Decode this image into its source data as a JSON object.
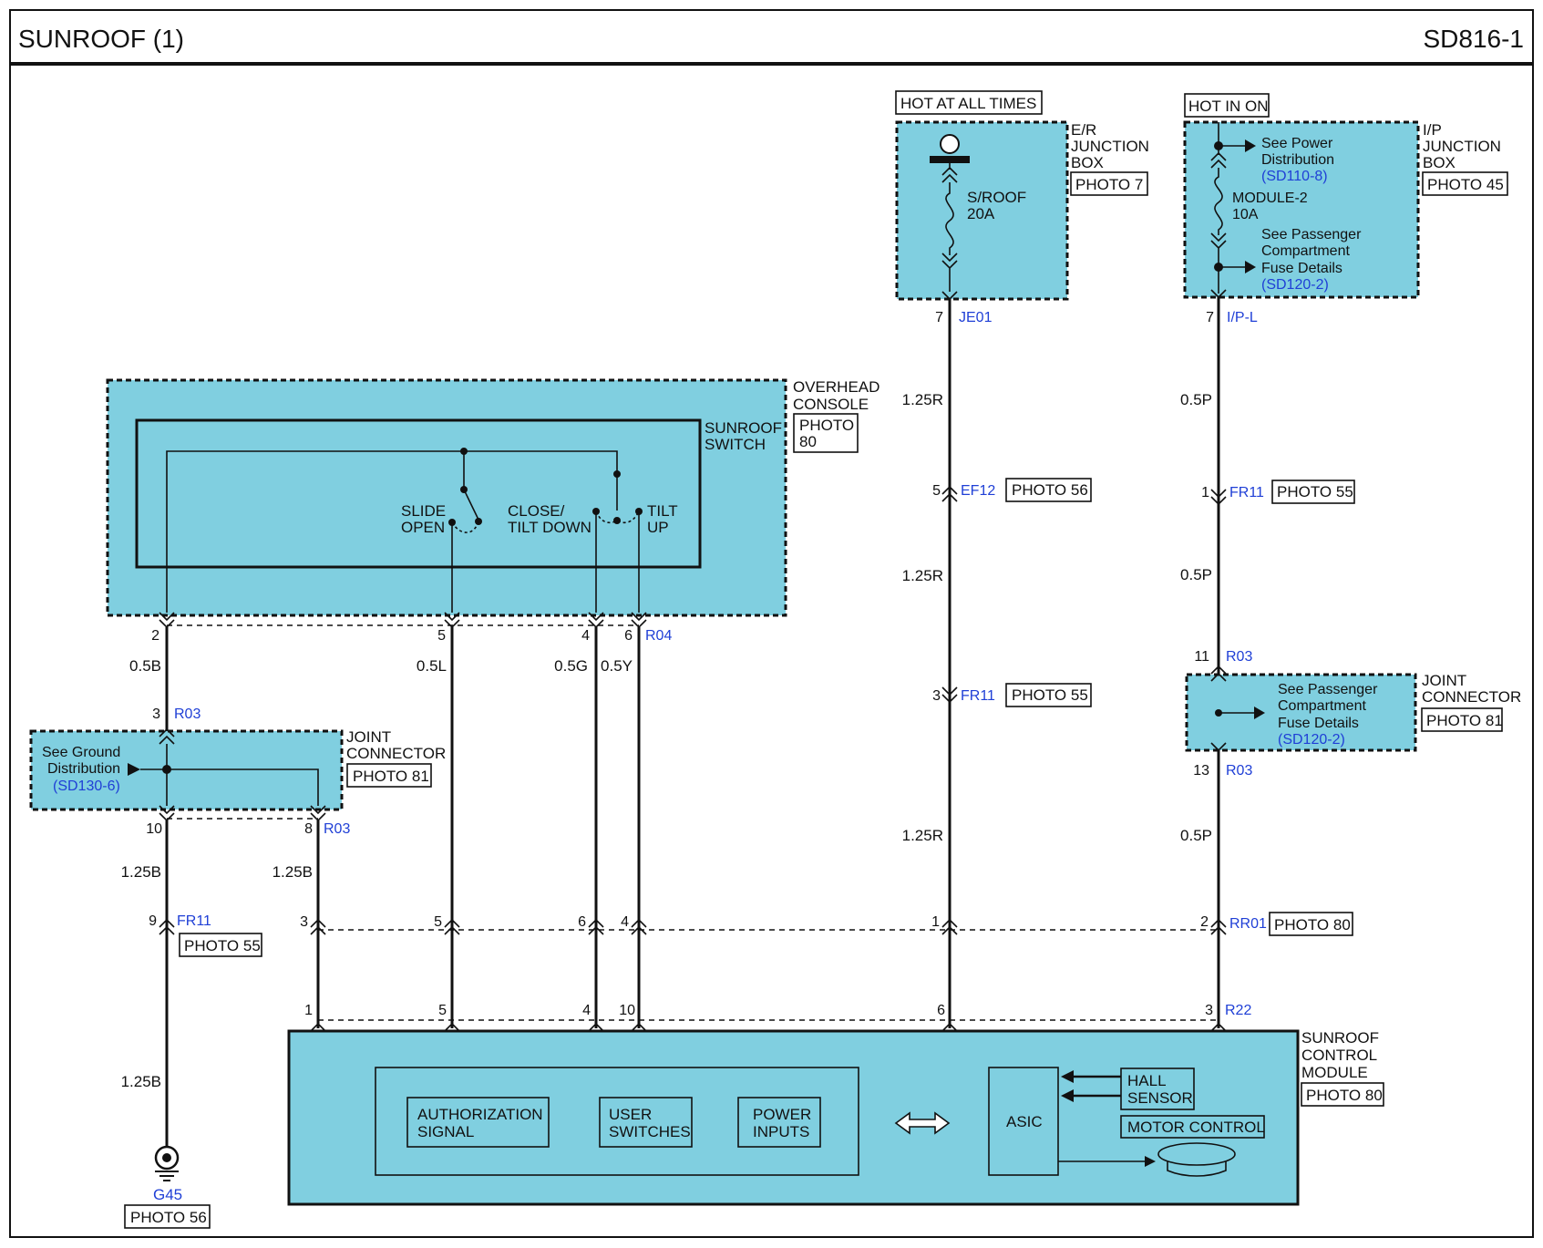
{
  "header": {
    "title": "SUNROOF (1)",
    "code": "SD816-1"
  },
  "power": {
    "hot_at_all_times": "HOT AT ALL TIMES",
    "hot_in_on": "HOT IN ON",
    "er_junction_box": [
      "E/R",
      "JUNCTION",
      "BOX"
    ],
    "er_photo": "PHOTO 7",
    "sroof_fuse": [
      "S/ROOF",
      "20A"
    ],
    "ip_junction_box": [
      "I/P",
      "JUNCTION",
      "BOX"
    ],
    "ip_photo": "PHOTO 45",
    "see_power_distribution": [
      "See Power",
      "Distribution"
    ],
    "power_ref": "(SD110-8)",
    "module2_fuse": [
      "MODULE-2",
      "10A"
    ],
    "see_passenger_fuse": [
      "See Passenger",
      "Compartment",
      "Fuse Details"
    ],
    "passenger_ref": "(SD120-2)"
  },
  "connectors": {
    "je01": "JE01",
    "je01_pin": "7",
    "ipl": "I/P-L",
    "ipl_pin": "7",
    "ef12": "EF12",
    "ef12_pin": "5",
    "ef12_photo": "PHOTO 56",
    "fr11_right": "FR11",
    "fr11_right_pin": "1",
    "fr11_right_photo": "PHOTO 55",
    "fr11_mid": "FR11",
    "fr11_mid_pin": "3",
    "fr11_mid_photo": "PHOTO 55",
    "r03_top": "R03",
    "r03_top_pin": "11",
    "r03_bot": "R03",
    "r03_bot_pin": "13",
    "r04": "R04",
    "r03_left": "R03",
    "r03_left_pin": "3",
    "r03_left_bot": "R03",
    "pin10": "10",
    "pin8": "8",
    "fr11_left": "FR11",
    "fr11_left_pin": "9",
    "fr11_left_photo": "PHOTO 55",
    "rr01": "RR01",
    "rr01_photo": "PHOTO 80",
    "rr01_pins": [
      "3",
      "5",
      "6",
      "4",
      "1",
      "2"
    ],
    "r22": "R22",
    "module_pins": [
      "1",
      "5",
      "4",
      "10",
      "6",
      "3"
    ],
    "switch_pins": [
      "2",
      "5",
      "4",
      "6"
    ]
  },
  "wires": {
    "w_125r_1": "1.25R",
    "w_125r_2": "1.25R",
    "w_125r_3": "1.25R",
    "w_05p_1": "0.5P",
    "w_05p_2": "0.5P",
    "w_05p_3": "0.5P",
    "w_05b": "0.5B",
    "w_05l": "0.5L",
    "w_05g": "0.5G",
    "w_05y": "0.5Y",
    "w_125b_1": "1.25B",
    "w_125b_2": "1.25B",
    "w_125b_3": "1.25B"
  },
  "overhead_console": {
    "label": [
      "OVERHEAD",
      "CONSOLE"
    ],
    "photo": [
      "PHOTO",
      "80"
    ],
    "switch_label": [
      "SUNROOF",
      "SWITCH"
    ],
    "slide_open": [
      "SLIDE",
      "OPEN"
    ],
    "close_tilt_down": [
      "CLOSE/",
      "TILT DOWN"
    ],
    "tilt_up": [
      "TILT",
      "UP"
    ]
  },
  "joint_connector_left": {
    "label": [
      "JOINT",
      "CONNECTOR"
    ],
    "photo": "PHOTO 81",
    "see_ground": [
      "See Ground",
      "Distribution"
    ],
    "ground_ref": "(SD130-6)"
  },
  "joint_connector_right": {
    "label": [
      "JOINT",
      "CONNECTOR"
    ],
    "photo": "PHOTO 81",
    "see_passenger": [
      "See Passenger",
      "Compartment",
      "Fuse Details"
    ],
    "ref": "(SD120-2)"
  },
  "ground": {
    "name": "G45",
    "photo": "PHOTO 56"
  },
  "control_module": {
    "label": [
      "SUNROOF",
      "CONTROL",
      "MODULE"
    ],
    "photo": "PHOTO 80",
    "auth_signal": [
      "AUTHORIZATION",
      "SIGNAL"
    ],
    "user_switches": [
      "USER",
      "SWITCHES"
    ],
    "power_inputs": [
      "POWER",
      "INPUTS"
    ],
    "asic": "ASIC",
    "hall_sensor": [
      "HALL",
      "SENSOR"
    ],
    "motor_control": "MOTOR CONTROL"
  },
  "colors": {
    "component_fill": "#80cfe0",
    "connector_text": "#1f3fd6",
    "line": "#111111"
  }
}
